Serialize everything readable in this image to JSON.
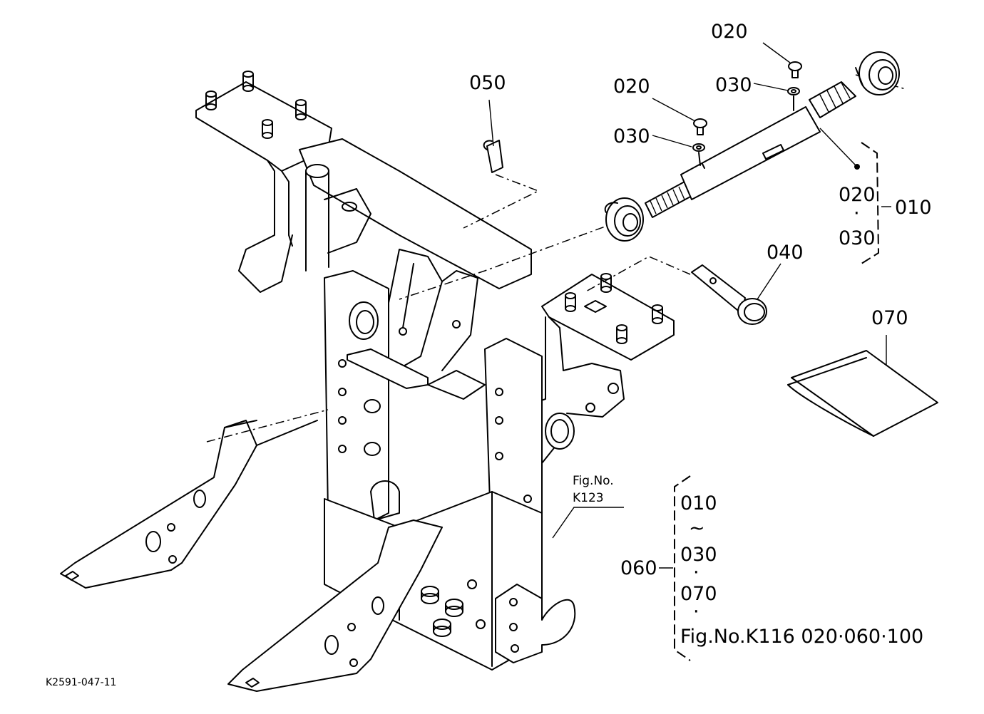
{
  "labels": {
    "p020_top": "020",
    "p030_top": "030",
    "p020_mid": "020",
    "p030_mid": "030",
    "p050": "050",
    "p040": "040",
    "p070": "070",
    "group_010": "010",
    "group_010_a": "020",
    "group_010_b": "030",
    "group_060": "060",
    "group_060_a": "010",
    "group_060_tilde": "~",
    "group_060_b": "030",
    "group_060_c": "070",
    "group_060_ref": "Fig.No.K116  020·060·100",
    "fig_ref_line1": "Fig.No.",
    "fig_ref_line2": "K123",
    "drawing_code": "K2591-047-11"
  }
}
